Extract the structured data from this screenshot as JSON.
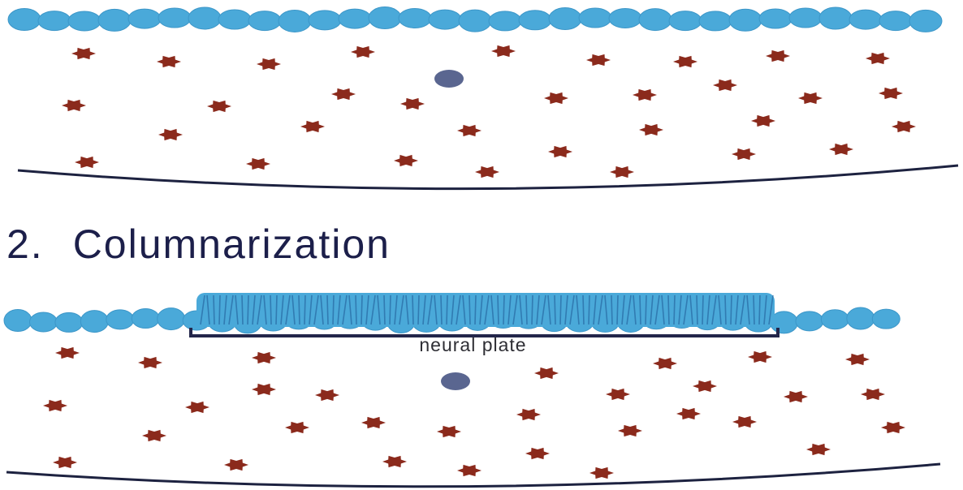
{
  "heading": {
    "number": "2.",
    "title": "Columnarization"
  },
  "labels": {
    "neural_plate": "neural plate"
  },
  "colors": {
    "background": "#ffffff",
    "ectoderm_cell": "#4aa9d9",
    "ectoderm_cell_outline": "#3c96c8",
    "columnar_stripe": "#2a6fa8",
    "mesenchyme_cell": "#8b2a1c",
    "notochord_cell": "#5a6690",
    "heading_text": "#1c1f4a",
    "bracket": "#23264a",
    "basal_line": "#1d2240"
  },
  "icons": {
    "ectoderm": "ectoderm-cell-icon",
    "mesenchyme": "mesenchyme-cell-icon",
    "notochord": "notochord-cell-icon"
  }
}
